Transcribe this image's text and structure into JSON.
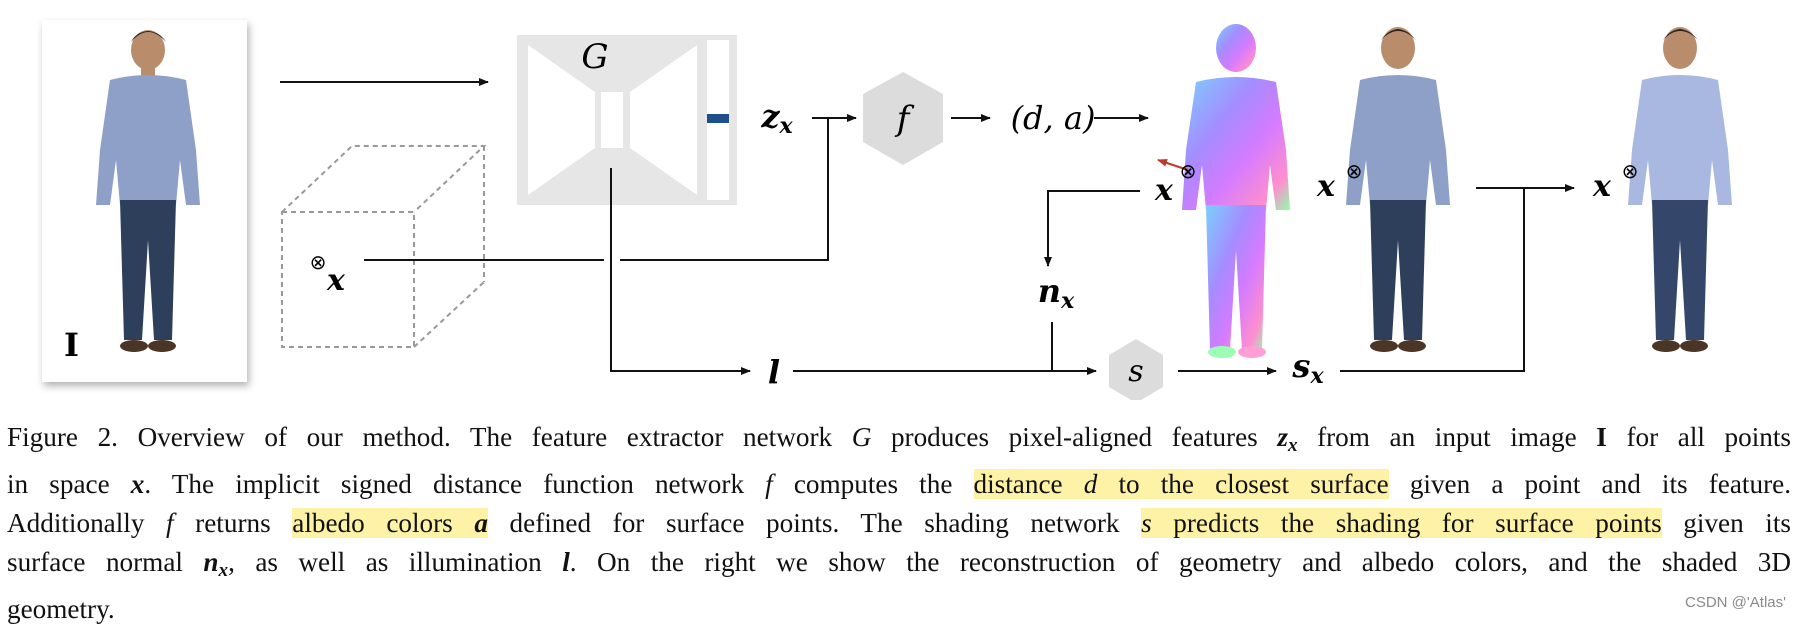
{
  "figure": {
    "input_image_label": "I",
    "generator_label": "G",
    "feature_label": "z",
    "feature_sub": "x",
    "sdf_label": "f",
    "output_label": "(d, a)",
    "point_label": "x",
    "normal_label": "n",
    "normal_sub": "x",
    "illumination_label": "l",
    "shading_label": "s",
    "shading_out_label": "s",
    "shading_out_sub": "x",
    "colors": {
      "block_gray": "#e6e6e6",
      "hex_gray": "#dcdcdc",
      "blue_mark": "#1f4e8c",
      "arrow_red": "#c0392b",
      "shirt": "#8fa0c8",
      "jeans": "#2e3f5c"
    }
  },
  "caption": {
    "line1": {
      "a": "Figure 2. Overview of our method. The feature extractor network ",
      "G": "G",
      "b": " produces pixel-aligned features ",
      "z": "z",
      "zsub": "x",
      "c": " from an input image ",
      "I": "I",
      "d": " for all points"
    },
    "line2": {
      "a": "in space ",
      "x": "x",
      "b": ". The implicit signed distance function network ",
      "f": "f",
      "c": " computes the ",
      "hl1": "distance ",
      "d": "d",
      "hl2": " to the closest surface",
      "e": " given a point and its feature."
    },
    "line3": {
      "a": "Additionally ",
      "f": "f",
      "b": " returns ",
      "hl1": "albedo colors ",
      "A": "a",
      "c": " defined for surface points. The shading network ",
      "s": "s",
      "hl2": " predicts the shading for surface points",
      "d": " given its"
    },
    "line4": {
      "a": "surface normal ",
      "n": "n",
      "nsub": "x",
      "b": ", as well as illumination ",
      "l": "l",
      "c": ". On the right we show the reconstruction of geometry and albedo colors, and the shaded 3D"
    },
    "line5": "geometry."
  },
  "watermark": "CSDN @'Atlas'"
}
